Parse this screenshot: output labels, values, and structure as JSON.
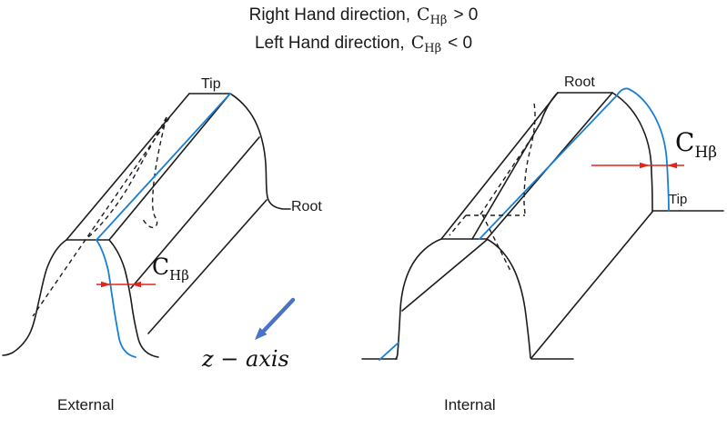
{
  "title": {
    "line1": {
      "pre": "Right Hand direction,",
      "symbol": "C",
      "subscript": "Hβ",
      "post": "> 0"
    },
    "line2": {
      "pre": "Left Hand direction,",
      "symbol": "C",
      "subscript": "Hβ",
      "post": "< 0"
    }
  },
  "external": {
    "caption": "External",
    "tip_label": "Tip",
    "root_label": "Root",
    "dimension": {
      "symbol": "C",
      "subscript": "Hβ"
    },
    "axis_label": "z − axis"
  },
  "internal": {
    "caption": "Internal",
    "root_label": "Root",
    "tip_label": "Tip",
    "dimension": {
      "symbol": "C",
      "subscript": "Hβ"
    }
  },
  "colors": {
    "line_black": "#1c1c1c",
    "modified_flank_blue": "#1a7fd4",
    "axis_arrow_blue": "#4a73c8",
    "dimension_red": "#e0261c"
  }
}
